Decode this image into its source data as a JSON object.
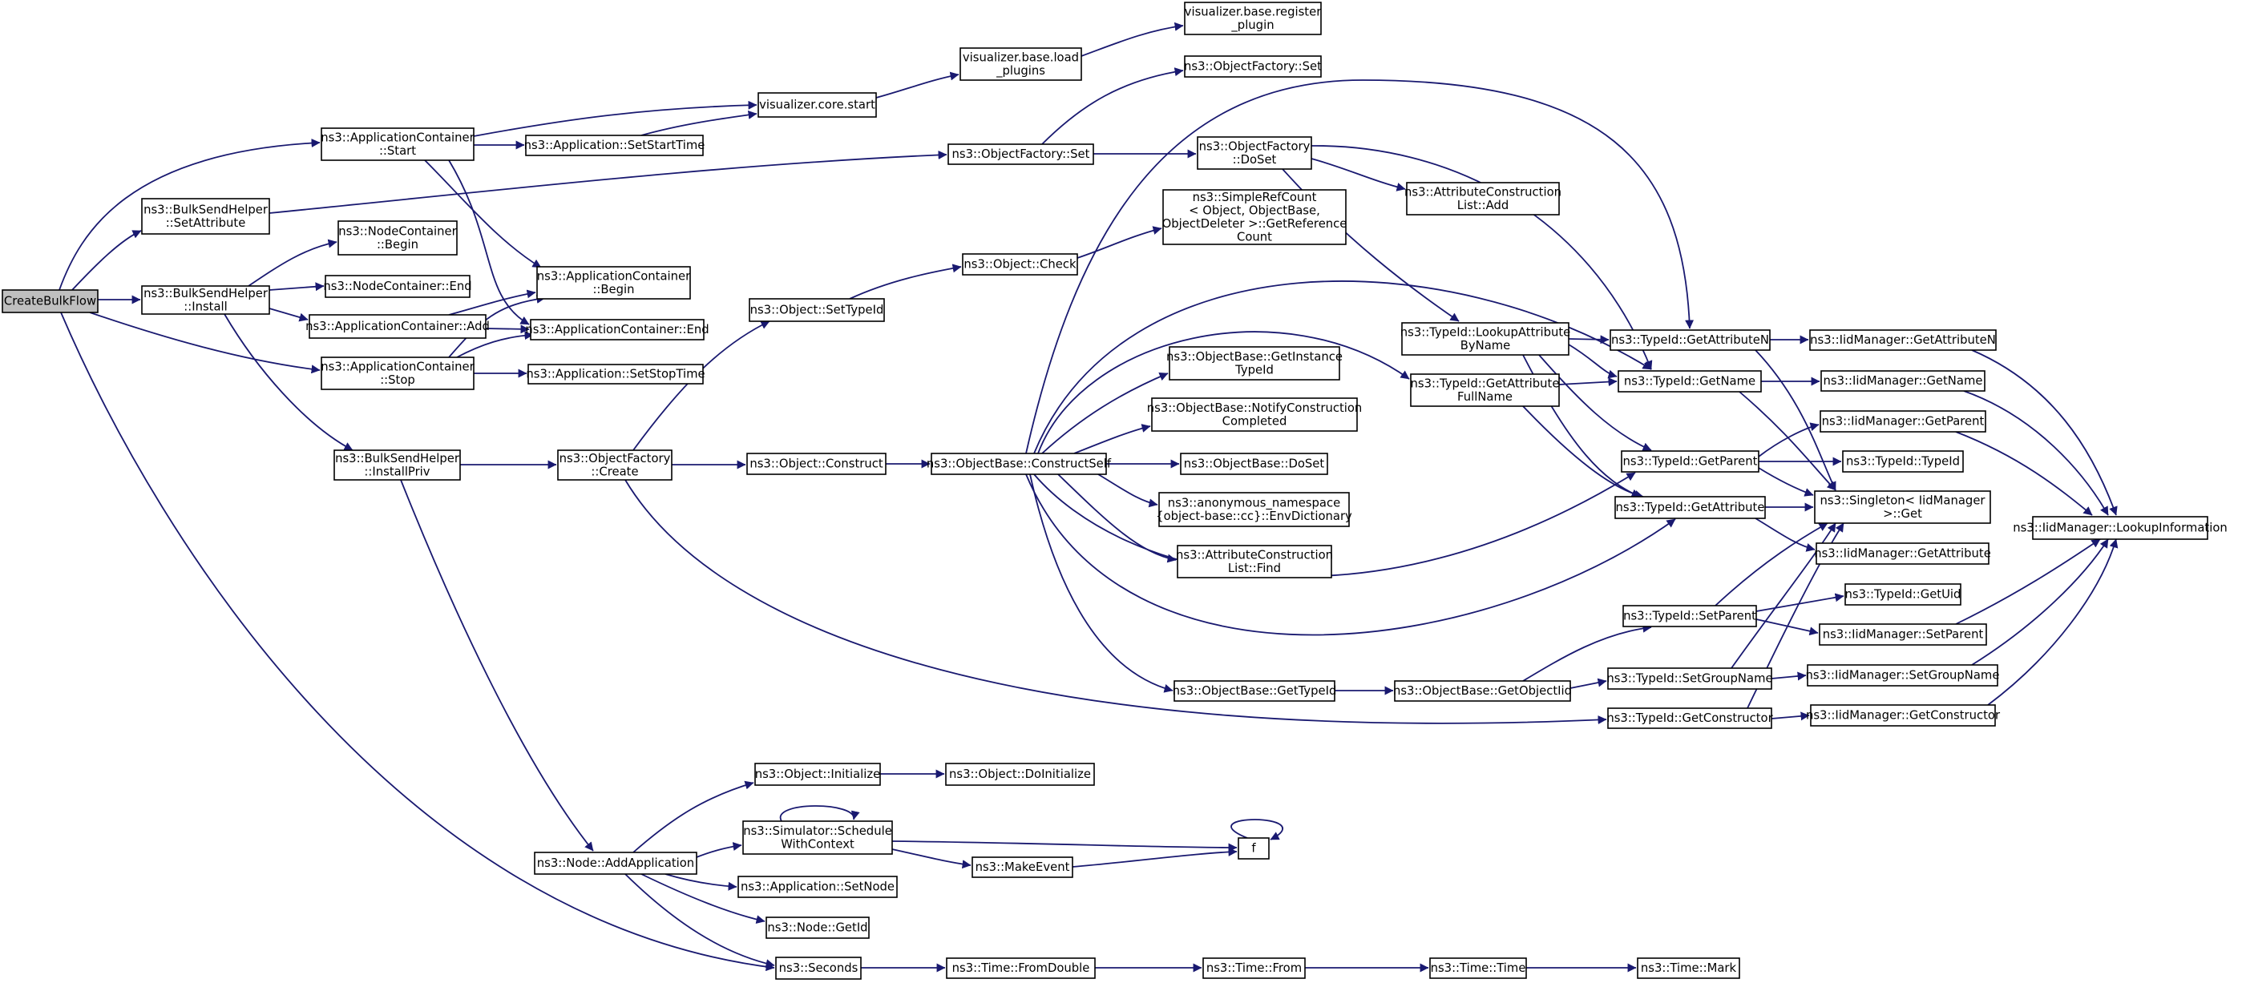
{
  "diagram": {
    "type": "call-graph",
    "edge_color": "#191970",
    "root_fill": "#bfbfbf",
    "nodes": {
      "CreateBulkFlow": [
        "CreateBulkFlow"
      ],
      "AppContStart": [
        "ns3::ApplicationContainer",
        "::Start"
      ],
      "BSH_SetAttr": [
        "ns3::BulkSendHelper",
        "::SetAttribute"
      ],
      "BSH_Install": [
        "ns3::BulkSendHelper",
        "::Install"
      ],
      "AppContStop": [
        "ns3::ApplicationContainer",
        "::Stop"
      ],
      "Seconds": [
        "ns3::Seconds"
      ],
      "AppSetStartTime": [
        "ns3::Application::SetStartTime"
      ],
      "VizCoreStart": [
        "visualizer.core.start"
      ],
      "VizLoadPlugins": [
        "visualizer.base.load",
        "_plugins"
      ],
      "VizRegPlugin": [
        "visualizer.base.register",
        "_plugin"
      ],
      "AppContBegin": [
        "ns3::ApplicationContainer",
        "::Begin"
      ],
      "AppContEnd": [
        "ns3::ApplicationContainer::End"
      ],
      "NodeContBegin": [
        "ns3::NodeContainer",
        "::Begin"
      ],
      "NodeContEnd": [
        "ns3::NodeContainer::End"
      ],
      "AppContAdd": [
        "ns3::ApplicationContainer::Add"
      ],
      "BSH_InstallPriv": [
        "ns3::BulkSendHelper",
        "::InstallPriv"
      ],
      "AppSetStopTime": [
        "ns3::Application::SetStopTime"
      ],
      "OF_Set": [
        "ns3::ObjectFactory::Set"
      ],
      "OF_Set2": [
        "ns3::ObjectFactory::Set"
      ],
      "OF_DoSet": [
        "ns3::ObjectFactory",
        "::DoSet"
      ],
      "ACL_Add": [
        "ns3::AttributeConstruction",
        "List::Add"
      ],
      "SRC_GetRef": [
        "ns3::SimpleRefCount",
        "< Object, ObjectBase,",
        "ObjectDeleter >::GetReference",
        "Count"
      ],
      "ObjCheck": [
        "ns3::Object::Check"
      ],
      "ObjSetTypeId": [
        "ns3::Object::SetTypeId"
      ],
      "OF_Create": [
        "ns3::ObjectFactory",
        "::Create"
      ],
      "ObjConstruct": [
        "ns3::Object::Construct"
      ],
      "OB_ConstructSelf": [
        "ns3::ObjectBase::ConstructSelf"
      ],
      "OB_GetInstTid": [
        "ns3::ObjectBase::GetInstance",
        "TypeId"
      ],
      "OB_NotifyCC": [
        "ns3::ObjectBase::NotifyConstruction",
        "Completed"
      ],
      "OB_DoSet": [
        "ns3::ObjectBase::DoSet"
      ],
      "AnonEnvDict": [
        "ns3::anonymous_namespace",
        "{object-base::cc}::EnvDictionary"
      ],
      "ACL_Find": [
        "ns3::AttributeConstruction",
        "List::Find"
      ],
      "OB_GetTypeId": [
        "ns3::ObjectBase::GetTypeId"
      ],
      "OB_GetObjIid": [
        "ns3::ObjectBase::GetObjectIid"
      ],
      "Tid_LookupAttr": [
        "ns3::TypeId::LookupAttribute",
        "ByName"
      ],
      "Tid_GetAttrFull": [
        "ns3::TypeId::GetAttribute",
        "FullName"
      ],
      "Tid_GetAttrN": [
        "ns3::TypeId::GetAttributeN"
      ],
      "Tid_GetName": [
        "ns3::TypeId::GetName"
      ],
      "Tid_GetParent": [
        "ns3::TypeId::GetParent"
      ],
      "Tid_GetAttribute": [
        "ns3::TypeId::GetAttribute"
      ],
      "Tid_SetParent": [
        "ns3::TypeId::SetParent"
      ],
      "Tid_SetGroupName": [
        "ns3::TypeId::SetGroupName"
      ],
      "Tid_GetConstructor": [
        "ns3::TypeId::GetConstructor"
      ],
      "Iid_GetAttrN": [
        "ns3::IidManager::GetAttributeN"
      ],
      "Iid_GetName": [
        "ns3::IidManager::GetName"
      ],
      "Iid_GetParent": [
        "ns3::IidManager::GetParent"
      ],
      "Tid_TypeId": [
        "ns3::TypeId::TypeId"
      ],
      "Singleton_Get": [
        "ns3::Singleton< IidManager",
        ">::Get"
      ],
      "Iid_GetAttribute": [
        "ns3::IidManager::GetAttribute"
      ],
      "Tid_GetUid": [
        "ns3::TypeId::GetUid"
      ],
      "Iid_SetParent": [
        "ns3::IidManager::SetParent"
      ],
      "Iid_SetGroupName": [
        "ns3::IidManager::SetGroupName"
      ],
      "Iid_GetConstructor": [
        "ns3::IidManager::GetConstructor"
      ],
      "Iid_Lookup": [
        "ns3::IidManager::LookupInformation"
      ],
      "NodeAddApp": [
        "ns3::Node::AddApplication"
      ],
      "ObjInitialize": [
        "ns3::Object::Initialize"
      ],
      "ObjDoInitialize": [
        "ns3::Object::DoInitialize"
      ],
      "SimScheduleWC": [
        "ns3::Simulator::Schedule",
        "WithContext"
      ],
      "MakeEvent": [
        "ns3::MakeEvent"
      ],
      "f": [
        "f"
      ],
      "AppSetNode": [
        "ns3::Application::SetNode"
      ],
      "NodeGetId": [
        "ns3::Node::GetId"
      ],
      "TimeFromDouble": [
        "ns3::Time::FromDouble"
      ],
      "TimeFrom": [
        "ns3::Time::From"
      ],
      "TimeTime": [
        "ns3::Time::Time"
      ],
      "TimeMark": [
        "ns3::Time::Mark"
      ]
    },
    "edges": [
      [
        "CreateBulkFlow",
        "AppContStart"
      ],
      [
        "CreateBulkFlow",
        "BSH_SetAttr"
      ],
      [
        "CreateBulkFlow",
        "BSH_Install"
      ],
      [
        "CreateBulkFlow",
        "AppContStop"
      ],
      [
        "CreateBulkFlow",
        "Seconds"
      ],
      [
        "AppContStart",
        "AppSetStartTime"
      ],
      [
        "AppContStart",
        "VizCoreStart"
      ],
      [
        "AppContStart",
        "AppContBegin"
      ],
      [
        "AppContStart",
        "AppContEnd"
      ],
      [
        "AppSetStartTime",
        "VizCoreStart"
      ],
      [
        "VizCoreStart",
        "VizLoadPlugins"
      ],
      [
        "VizLoadPlugins",
        "VizRegPlugin"
      ],
      [
        "BSH_SetAttr",
        "OF_Set"
      ],
      [
        "BSH_Install",
        "NodeContBegin"
      ],
      [
        "BSH_Install",
        "NodeContEnd"
      ],
      [
        "BSH_Install",
        "AppContAdd"
      ],
      [
        "BSH_Install",
        "BSH_InstallPriv"
      ],
      [
        "AppContAdd",
        "AppContBegin"
      ],
      [
        "AppContAdd",
        "AppContEnd"
      ],
      [
        "AppContStop",
        "AppSetStopTime"
      ],
      [
        "AppContStop",
        "AppContBegin"
      ],
      [
        "AppContStop",
        "AppContEnd"
      ],
      [
        "BSH_InstallPriv",
        "OF_Create"
      ],
      [
        "BSH_InstallPriv",
        "NodeAddApp"
      ],
      [
        "OF_Set",
        "OF_Set2"
      ],
      [
        "OF_Set",
        "OF_DoSet"
      ],
      [
        "OF_DoSet",
        "ACL_Add"
      ],
      [
        "OF_DoSet",
        "Tid_LookupAttr"
      ],
      [
        "OF_DoSet",
        "Tid_GetName"
      ],
      [
        "OF_Create",
        "ObjSetTypeId"
      ],
      [
        "OF_Create",
        "ObjConstruct"
      ],
      [
        "OF_Create",
        "Tid_GetConstructor"
      ],
      [
        "ObjSetTypeId",
        "ObjCheck"
      ],
      [
        "ObjCheck",
        "SRC_GetRef"
      ],
      [
        "ObjConstruct",
        "OB_ConstructSelf"
      ],
      [
        "OB_ConstructSelf",
        "OB_GetInstTid"
      ],
      [
        "OB_ConstructSelf",
        "OB_NotifyCC"
      ],
      [
        "OB_ConstructSelf",
        "OB_DoSet"
      ],
      [
        "OB_ConstructSelf",
        "AnonEnvDict"
      ],
      [
        "OB_ConstructSelf",
        "ACL_Find"
      ],
      [
        "OB_ConstructSelf",
        "OB_GetTypeId"
      ],
      [
        "OB_ConstructSelf",
        "Tid_GetAttrFull"
      ],
      [
        "OB_ConstructSelf",
        "Tid_GetAttrN"
      ],
      [
        "OB_ConstructSelf",
        "Tid_GetName"
      ],
      [
        "OB_ConstructSelf",
        "Tid_GetParent"
      ],
      [
        "OB_ConstructSelf",
        "Tid_GetAttribute"
      ],
      [
        "OB_GetTypeId",
        "OB_GetObjIid"
      ],
      [
        "OB_GetObjIid",
        "Tid_SetParent"
      ],
      [
        "OB_GetObjIid",
        "Tid_SetGroupName"
      ],
      [
        "Tid_LookupAttr",
        "Tid_GetAttrN"
      ],
      [
        "Tid_LookupAttr",
        "Tid_GetName"
      ],
      [
        "Tid_LookupAttr",
        "Tid_GetParent"
      ],
      [
        "Tid_LookupAttr",
        "Tid_GetAttribute"
      ],
      [
        "Tid_GetAttrFull",
        "Tid_GetName"
      ],
      [
        "Tid_GetAttrFull",
        "Tid_GetAttribute"
      ],
      [
        "Tid_GetAttrN",
        "Iid_GetAttrN"
      ],
      [
        "Tid_GetAttrN",
        "Singleton_Get"
      ],
      [
        "Tid_GetName",
        "Iid_GetName"
      ],
      [
        "Tid_GetName",
        "Singleton_Get"
      ],
      [
        "Tid_GetParent",
        "Iid_GetParent"
      ],
      [
        "Tid_GetParent",
        "Tid_TypeId"
      ],
      [
        "Tid_GetParent",
        "Singleton_Get"
      ],
      [
        "Tid_GetAttribute",
        "Singleton_Get"
      ],
      [
        "Tid_GetAttribute",
        "Iid_GetAttribute"
      ],
      [
        "Tid_SetParent",
        "Tid_GetUid"
      ],
      [
        "Tid_SetParent",
        "Iid_SetParent"
      ],
      [
        "Tid_SetParent",
        "Singleton_Get"
      ],
      [
        "Tid_SetGroupName",
        "Iid_SetGroupName"
      ],
      [
        "Tid_SetGroupName",
        "Singleton_Get"
      ],
      [
        "Tid_GetConstructor",
        "Iid_GetConstructor"
      ],
      [
        "Tid_GetConstructor",
        "Singleton_Get"
      ],
      [
        "Iid_GetAttrN",
        "Iid_Lookup"
      ],
      [
        "Iid_GetName",
        "Iid_Lookup"
      ],
      [
        "Iid_GetParent",
        "Iid_Lookup"
      ],
      [
        "Iid_SetParent",
        "Iid_Lookup"
      ],
      [
        "Iid_SetGroupName",
        "Iid_Lookup"
      ],
      [
        "Iid_GetConstructor",
        "Iid_Lookup"
      ],
      [
        "NodeAddApp",
        "ObjInitialize"
      ],
      [
        "NodeAddApp",
        "SimScheduleWC"
      ],
      [
        "NodeAddApp",
        "AppSetNode"
      ],
      [
        "NodeAddApp",
        "NodeGetId"
      ],
      [
        "NodeAddApp",
        "Seconds"
      ],
      [
        "ObjInitialize",
        "ObjDoInitialize"
      ],
      [
        "SimScheduleWC",
        "SimScheduleWC"
      ],
      [
        "SimScheduleWC",
        "MakeEvent"
      ],
      [
        "SimScheduleWC",
        "f"
      ],
      [
        "MakeEvent",
        "f"
      ],
      [
        "f",
        "f"
      ],
      [
        "Seconds",
        "TimeFromDouble"
      ],
      [
        "TimeFromDouble",
        "TimeFrom"
      ],
      [
        "TimeFrom",
        "TimeTime"
      ],
      [
        "TimeTime",
        "TimeMark"
      ]
    ]
  }
}
